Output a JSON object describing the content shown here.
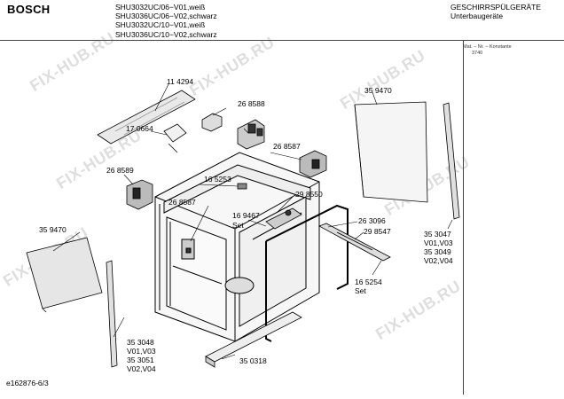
{
  "header": {
    "brand": "BOSCH",
    "models": [
      "SHU3032UC/06−V01,weiß",
      "SHU3036UC/06−V02,schwarz",
      "SHU3032UC/10−V01,weiß",
      "SHU3036UC/10−V02,schwarz"
    ],
    "category": "GESCHIRRSPÜLGERÄTE",
    "subcategory": "Unterbaugeräte",
    "mat_label": "Mat. – Nr. – Konstante",
    "mat_value": "3740"
  },
  "parts": {
    "p114294": "11 4294",
    "p268588": "26 8588",
    "p170664": "17 0664",
    "p268587a": "26 8587",
    "p268589": "26 8589",
    "p165253": "16 5253",
    "p268587b": "26 8587",
    "p169467": "16 9467",
    "p169467_set": "Set",
    "p298550": "29 8550",
    "p263096": "26 3096",
    "p298547": "29 8547",
    "p359470a": "35 9470",
    "p359470b": "35 9470",
    "p353047": "35 3047",
    "p353047_v": "V01,V03",
    "p353049": "35 3049",
    "p353049_v": "V02,V04",
    "p165254": "16 5254",
    "p165254_set": "Set",
    "p353048": "35 3048",
    "p353048_v": "V01,V03",
    "p353051": "35 3051",
    "p353051_v": "V02,V04",
    "p350318": "35 0318"
  },
  "watermark": "FIX-HUB.RU",
  "footer": "e162876-6/3"
}
